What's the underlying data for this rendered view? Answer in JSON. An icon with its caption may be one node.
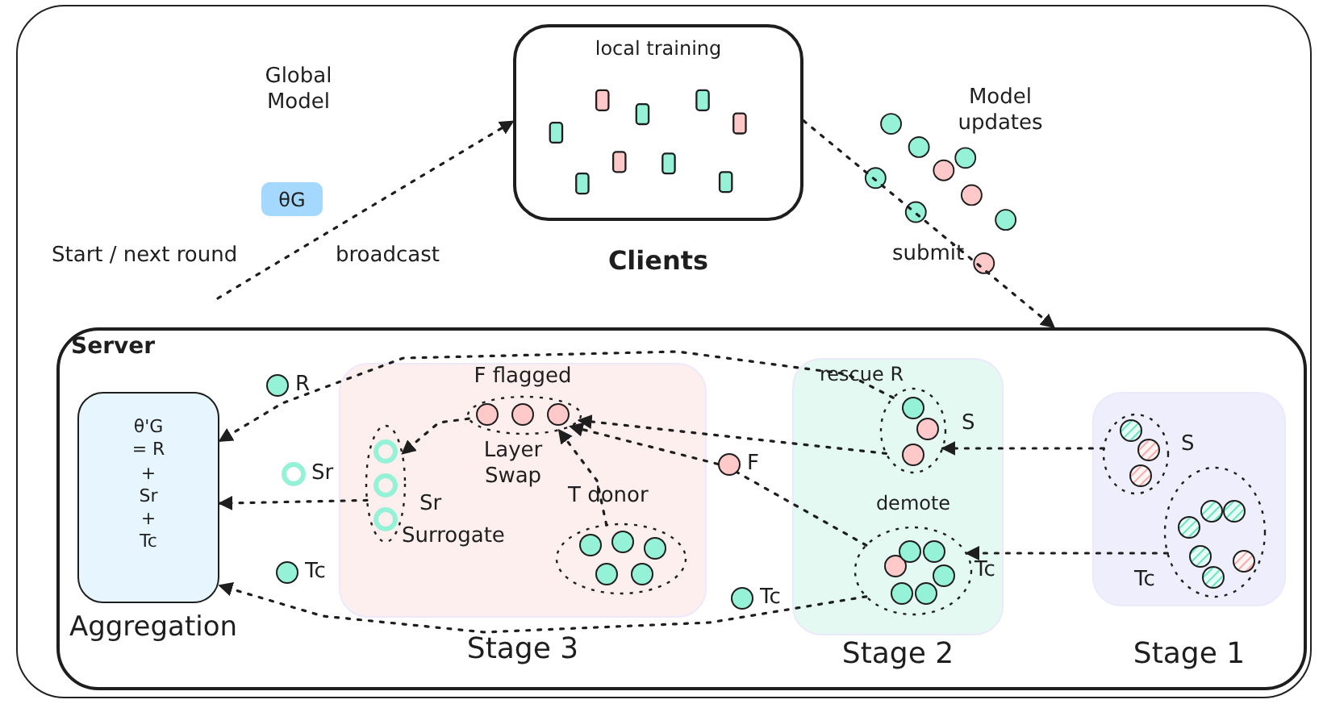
{
  "diagram": {
    "nodes": [
      {
        "text": [
          "local training",
          "Clients"
        ]
      },
      {
        "text": [
          "Server"
        ]
      },
      {
        "text": [
          "θ'G = R + Sr + Tc",
          "Aggregation"
        ],
        "in": 1
      },
      {
        "text": [
          "Stage 3"
        ],
        "in": 1
      },
      {
        "text": [
          "Stage 2"
        ],
        "in": 1
      },
      {
        "text": [
          "Stage 1"
        ],
        "in": 1
      },
      {
        "text": [
          "F flagged"
        ],
        "in": 3
      },
      {
        "text": [
          "Sr",
          "Surrogate"
        ],
        "in": 3
      },
      {
        "text": [
          "T donor"
        ],
        "in": 3
      },
      {
        "text": [
          "rescue R"
        ],
        "in": 4
      },
      {
        "text": [
          "demote"
        ],
        "in": 4
      },
      {
        "text": [
          "S"
        ],
        "in": 5
      },
      {
        "text": [
          "Tc"
        ],
        "in": 5
      },
      {
        "text": [
          "θG"
        ]
      }
    ],
    "edges": [
      {
        "from": null,
        "to": 0,
        "arrow": "to",
        "label": "broadcast"
      },
      {
        "from": 0,
        "to": 1,
        "arrow": "to",
        "label": "submit"
      },
      {
        "from": 11,
        "to": 9,
        "arrow": "to",
        "label": "S"
      },
      {
        "from": 12,
        "to": 10,
        "arrow": "to",
        "label": "Tc"
      },
      {
        "from": 9,
        "to": 2,
        "arrow": "to",
        "label": "R"
      },
      {
        "from": 9,
        "to": 6,
        "arrow": "to"
      },
      {
        "from": 10,
        "to": 6,
        "arrow": "to",
        "label": "F"
      },
      {
        "from": 8,
        "to": 6,
        "arrow": "to"
      },
      {
        "from": 6,
        "to": 7,
        "arrow": "to"
      },
      {
        "from": 7,
        "to": 2,
        "arrow": "to",
        "label": "Sr"
      },
      {
        "from": 10,
        "to": 2,
        "arrow": "to",
        "label": "Tc"
      }
    ],
    "labels": [
      "Global Model",
      "Start / next round",
      "Model updates",
      "Layer Swap",
      "Tc"
    ]
  }
}
